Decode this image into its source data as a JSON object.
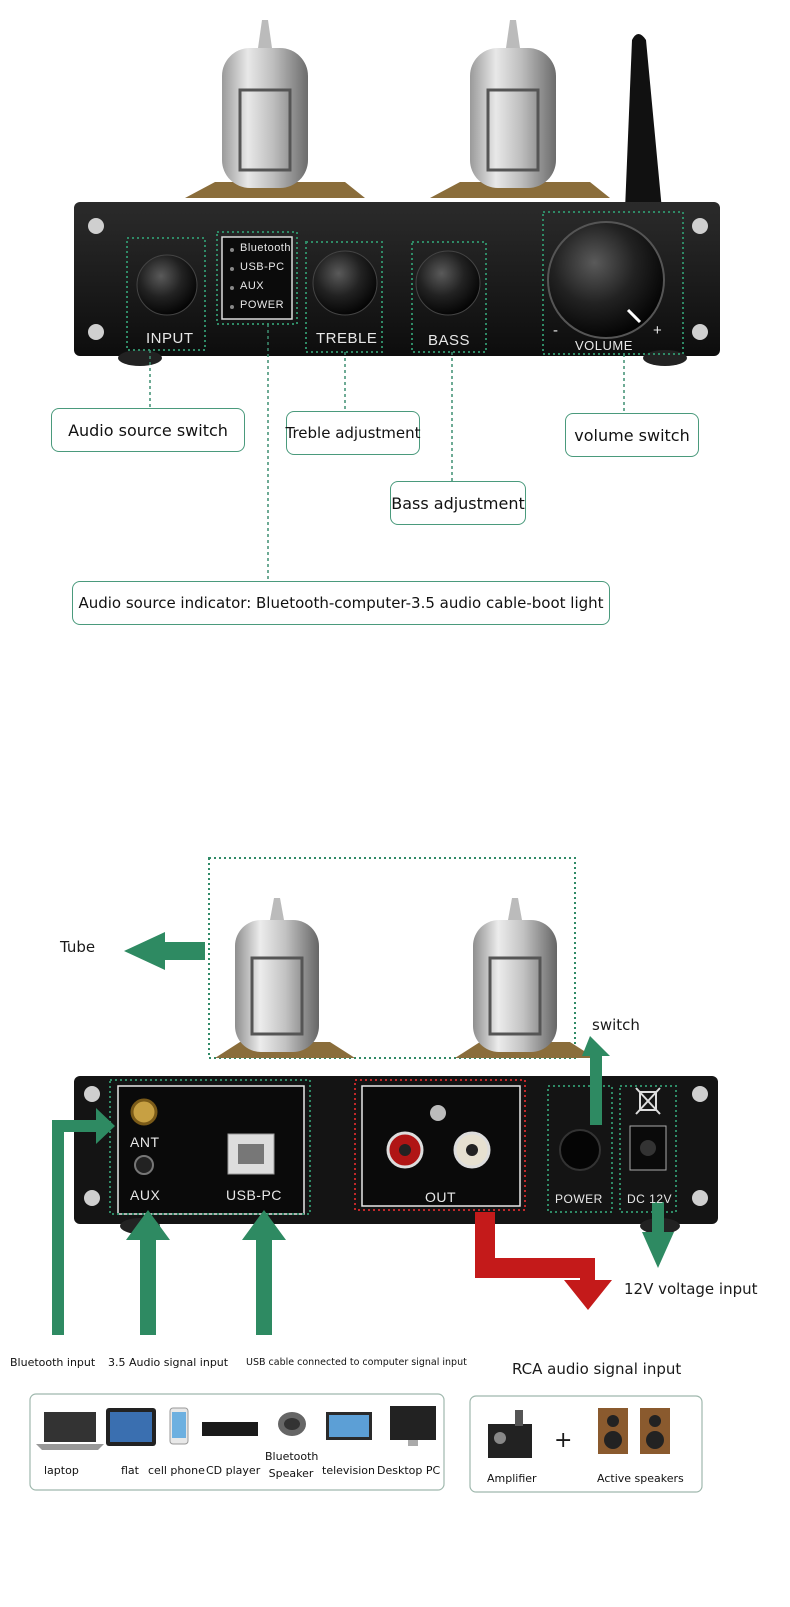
{
  "front": {
    "tube_labels": [],
    "panel_labels": {
      "input": "INPUT",
      "treble": "TREBLE",
      "bass": "BASS",
      "volume": "VOLUME",
      "minus": "-",
      "plus": "+"
    },
    "indicator_lines": [
      "Bluetooth",
      "USB-PC",
      "AUX",
      "POWER"
    ],
    "callouts": {
      "audio_source_switch": "Audio source switch",
      "treble_adjustment": "Treble adjustment",
      "volume_switch": "volume switch",
      "bass_adjustment": "Bass adjustment",
      "audio_source_indicator": "Audio source indicator: Bluetooth-computer-3.5 audio cable-boot light"
    }
  },
  "back": {
    "tube_label": "Tube",
    "switch_label": "switch",
    "voltage_label": "12V voltage input",
    "panel_labels": {
      "ant": "ANT",
      "aux": "AUX",
      "usb_pc": "USB-PC",
      "out": "OUT",
      "power": "POWER",
      "dc": "DC 12V"
    },
    "inputs": {
      "bluetooth": "Bluetooth input",
      "audio35": "3.5 Audio signal input",
      "usb": "USB cable connected to computer signal input",
      "rca": "RCA audio signal input"
    },
    "devices": [
      {
        "label": "laptop"
      },
      {
        "label": "flat"
      },
      {
        "label": "cell phone"
      },
      {
        "label": "CD player"
      },
      {
        "label": "Bluetooth Speaker"
      },
      {
        "label": "television"
      },
      {
        "label": "Desktop PC"
      }
    ],
    "outputs": {
      "amplifier": "Amplifier",
      "plus": "+",
      "speakers": "Active speakers"
    }
  },
  "colors": {
    "accent_green": "#2e8a62",
    "accent_red": "#c41a1a",
    "panel_black": "#151515"
  }
}
